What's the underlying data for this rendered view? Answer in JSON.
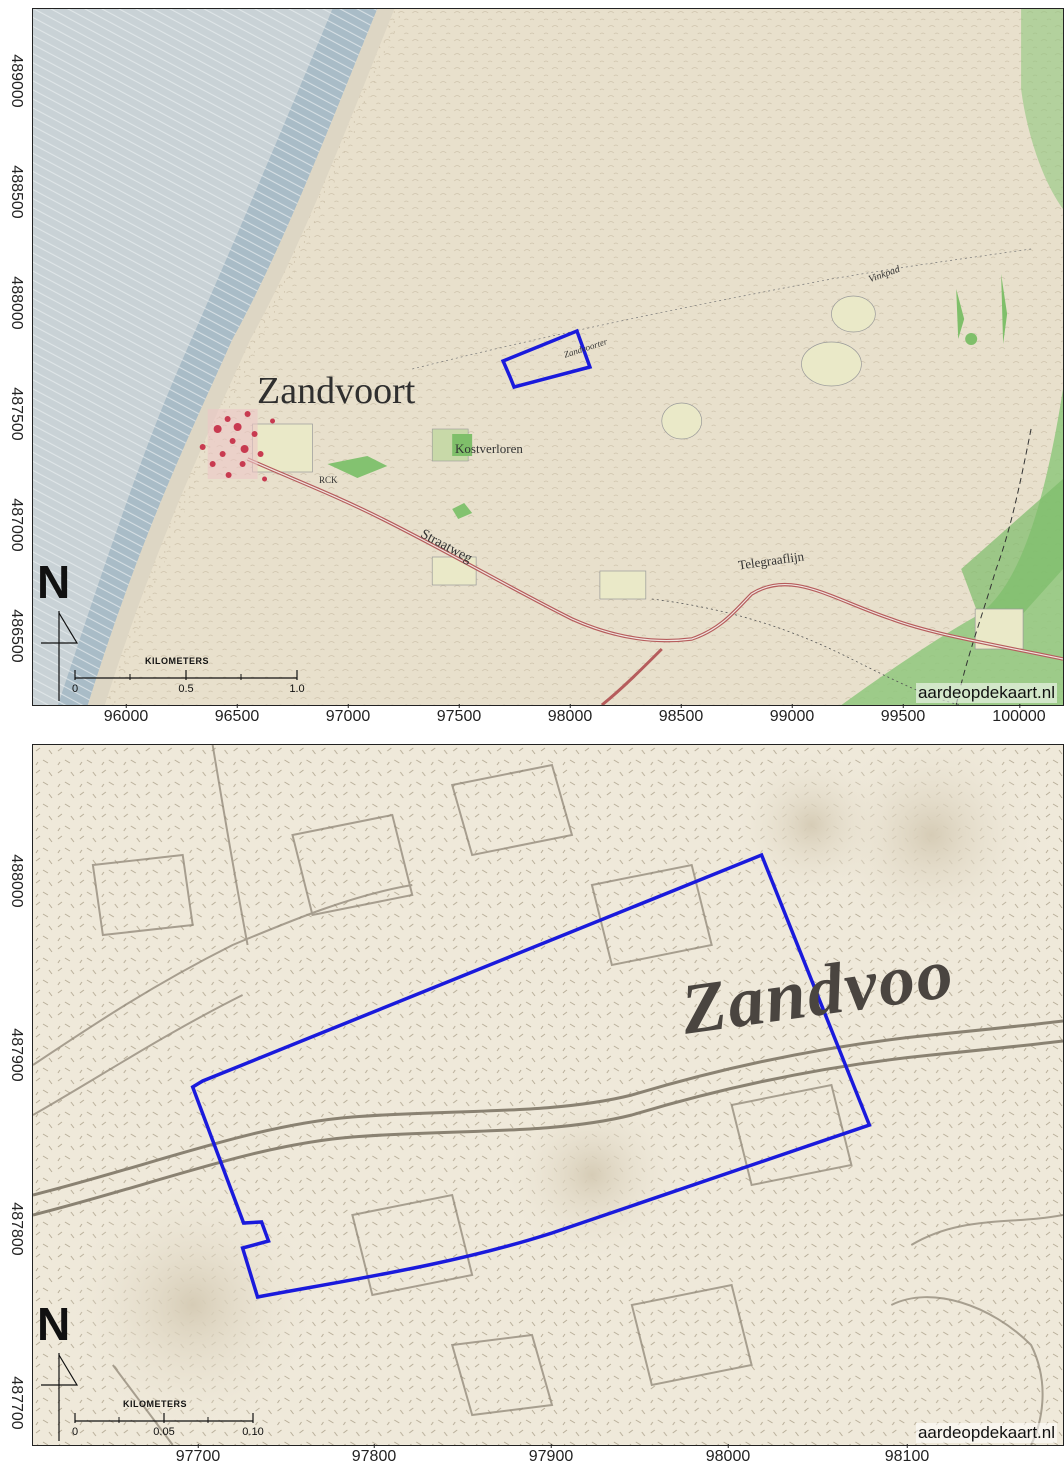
{
  "top_map": {
    "place_name": "Zandvoort",
    "labels": {
      "kostverloren": "Kostverloren",
      "straatweg": "Straatweg",
      "telegraaflijn": "Telegraaflijn",
      "zandvoorter_label": "Zandvoorter",
      "vinkpad": "Vinkpad",
      "rck": "RCK"
    },
    "y_ticks": [
      "489000",
      "488500",
      "488000",
      "487500",
      "487000",
      "486500"
    ],
    "x_ticks": [
      "96000",
      "96500",
      "97000",
      "97500",
      "98000",
      "98500",
      "99000",
      "99500",
      "100000"
    ],
    "north_label": "N",
    "scalebar": {
      "title": "KILOMETERS",
      "labels": [
        "0",
        "0.5",
        "1.0"
      ]
    },
    "credit": "aardeopdekaart.nl"
  },
  "bottom_map": {
    "place_fragment": "Zandvoo",
    "y_ticks": [
      "488000",
      "487900",
      "487800",
      "487700"
    ],
    "x_ticks": [
      "97700",
      "97800",
      "97900",
      "98000",
      "98100"
    ],
    "north_label": "N",
    "scalebar": {
      "title": "KILOMETERS",
      "labels": [
        "0",
        "0.05",
        "0.10"
      ]
    },
    "credit": "aardeopdekaart.nl"
  },
  "colors": {
    "boundary": "#1a1adc",
    "sea": "#9fb4c0",
    "dunes": "#e7dfcb",
    "green": "#7fc070",
    "town": "#c83a50",
    "road": "#b05a5a"
  }
}
